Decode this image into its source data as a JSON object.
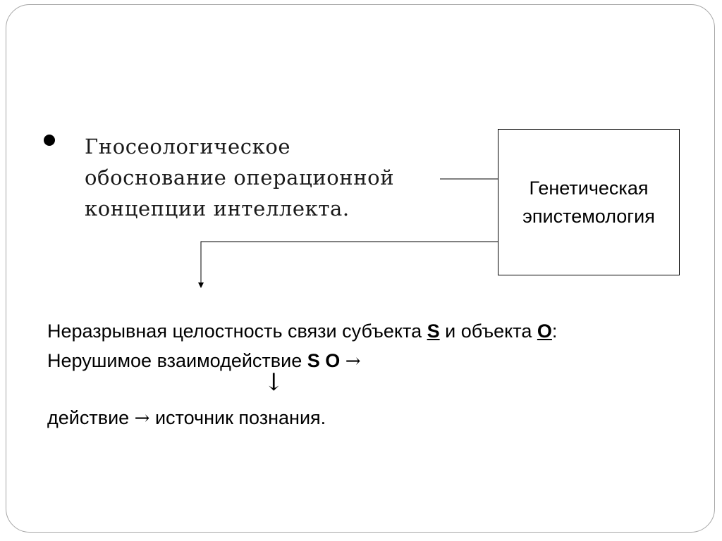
{
  "bullet_text": {
    "line1": "Гносеологическое",
    "line2": "обоснование операционной",
    "line3": "концепции интеллекта."
  },
  "box": {
    "line1": "Генетическая",
    "line2": "эпистемология"
  },
  "statement": {
    "line1_prefix": "Неразрывная целостность связи субъекта ",
    "subject_symbol": "S",
    "line1_middle": " и объекта ",
    "object_symbol": "O",
    "line1_suffix": ":",
    "line2_prefix": "Нерушимое взаимодействие ",
    "line2_symbols": "S O",
    "right_arrow": "→",
    "down_arrow": "↓",
    "line3_prefix": "действие ",
    "line3_suffix": " источник познания."
  }
}
